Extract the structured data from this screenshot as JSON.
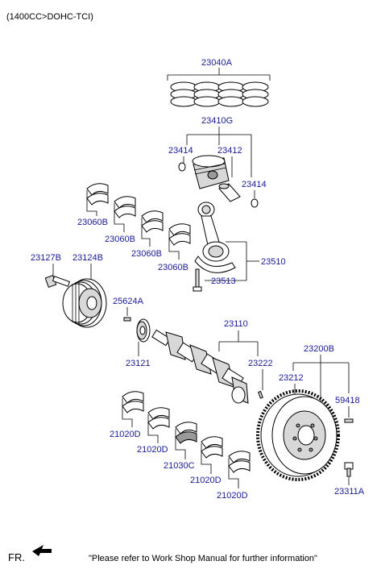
{
  "header": {
    "variant": "(1400CC>DOHC-TCI)"
  },
  "footer": {
    "direction": "FR.",
    "note": "\"Please refer to Work Shop Manual for further information\""
  },
  "parts": {
    "ring_set": "23040A",
    "piston_assy": "23410G",
    "snap_ring_left": "23414",
    "piston_pin": "23412",
    "snap_ring_right": "23414",
    "bearing_upper_1": "23060B",
    "bearing_upper_2": "23060B",
    "bearing_upper_3": "23060B",
    "bearing_upper_4": "23060B",
    "connecting_rod": "23510",
    "rod_bolt": "23513",
    "pulley_bolt": "23127B",
    "damper_pulley": "23124B",
    "key": "25624A",
    "sprocket": "23121",
    "crankshaft": "23110",
    "crank_pin": "23222",
    "flywheel_assy": "23200B",
    "ring_gear": "23212",
    "dowel_pin": "59418",
    "flywheel_bolt": "23311A",
    "main_bearing_1": "21020D",
    "main_bearing_2": "21020D",
    "main_bearing_thrust": "21030C",
    "main_bearing_4": "21020D",
    "main_bearing_5": "21020D"
  }
}
